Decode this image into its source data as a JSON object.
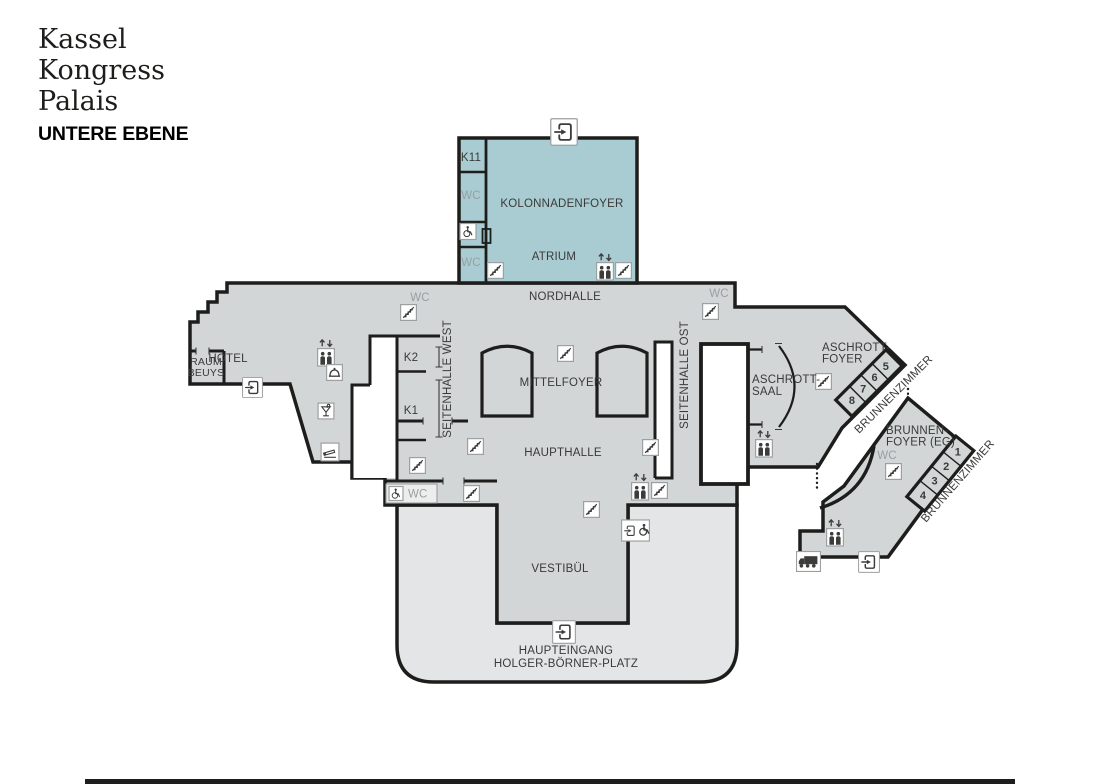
{
  "header": {
    "brand": [
      "Kassel",
      "Kongress",
      "Palais"
    ],
    "level": "UNTERE EBENE"
  },
  "colors": {
    "foyer_teal": "#a9ccd2",
    "hall_gray": "#d2d6d7",
    "plaza_gray": "#e3e5e6",
    "wall_black": "#1d1d1b",
    "label_dark": "#3a3a39",
    "label_gray": "#9b9ea0",
    "icon_border": "#9ca0a2",
    "icon_glyph": "#3c3c3b"
  },
  "rooms": {
    "kolonnadenfoyer": "KOLONNADENFOYER",
    "atrium": "ATRIUM",
    "k11": "K11",
    "nordhalle": "NORDHALLE",
    "hotel": "HOTEL",
    "raum_beuys": [
      "RAUM",
      "BEUYS"
    ],
    "seitenhalle_west": "SEITENHALLE WEST",
    "seitenhalle_ost": "SEITENHALLE OST",
    "k2": "K2",
    "k1": "K1",
    "mittelfoyer": "MITTELFOYER",
    "haupthalle": "HAUPTHALLE",
    "aschrott_foyer": [
      "ASCHROTT-",
      "FOYER"
    ],
    "aschrott_saal": [
      "ASCHROTT-",
      "SAAL"
    ],
    "brunnenzimmer": "BRUNNENZIMMER",
    "brunnen_foyer": [
      "BRUNNEN-",
      "FOYER (EG)"
    ],
    "vestibuel": "VESTIBÜL",
    "haupteingang": [
      "HAUPTEINGANG",
      "HOLGER-BÖRNER-PLATZ"
    ],
    "brunnen_rooms_upper": [
      "5",
      "6",
      "7",
      "8"
    ],
    "brunnen_rooms_lower": [
      "1",
      "2",
      "3",
      "4"
    ],
    "wc": "WC"
  },
  "icons": {
    "entrance": "door-with-arrow",
    "stairs": "staircase",
    "elevator": "up-down-arrows-two-people",
    "wheelchair": "wheelchair-accessible",
    "entrance_accessible": "door-arrow-plus-wheelchair",
    "restaurant": "cloche",
    "bar": "cocktail-glass",
    "smoking": "cigarette",
    "delivery": "truck"
  }
}
